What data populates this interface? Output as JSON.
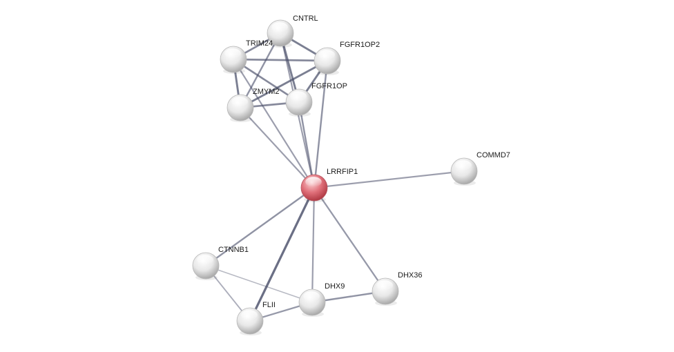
{
  "network": {
    "nodes": [
      {
        "id": "CNTRL",
        "label": "CNTRL"
      },
      {
        "id": "TRIM24",
        "label": "TRIM24"
      },
      {
        "id": "FGFR1OP2",
        "label": "FGFR1OP2"
      },
      {
        "id": "ZMYM2",
        "label": "ZMYM2"
      },
      {
        "id": "FGFR1OP",
        "label": "FGFR1OP"
      },
      {
        "id": "LRRFIP1",
        "label": "LRRFIP1"
      },
      {
        "id": "COMMD7",
        "label": "COMMD7"
      },
      {
        "id": "CTNNB1",
        "label": "CTNNB1"
      },
      {
        "id": "DHX9",
        "label": "DHX9"
      },
      {
        "id": "DHX36",
        "label": "DHX36"
      },
      {
        "id": "FLII",
        "label": "FLII"
      }
    ],
    "query_node": "LRRFIP1",
    "edges": [
      {
        "source": "CNTRL",
        "target": "TRIM24",
        "weight": 0.7
      },
      {
        "source": "CNTRL",
        "target": "FGFR1OP2",
        "weight": 0.8
      },
      {
        "source": "CNTRL",
        "target": "ZMYM2",
        "weight": 0.6
      },
      {
        "source": "CNTRL",
        "target": "FGFR1OP",
        "weight": 0.8
      },
      {
        "source": "CNTRL",
        "target": "LRRFIP1",
        "weight": 0.5
      },
      {
        "source": "TRIM24",
        "target": "FGFR1OP2",
        "weight": 0.7
      },
      {
        "source": "TRIM24",
        "target": "ZMYM2",
        "weight": 0.8
      },
      {
        "source": "TRIM24",
        "target": "FGFR1OP",
        "weight": 0.7
      },
      {
        "source": "TRIM24",
        "target": "LRRFIP1",
        "weight": 0.5
      },
      {
        "source": "FGFR1OP2",
        "target": "ZMYM2",
        "weight": 0.8
      },
      {
        "source": "FGFR1OP2",
        "target": "FGFR1OP",
        "weight": 0.8
      },
      {
        "source": "FGFR1OP2",
        "target": "LRRFIP1",
        "weight": 0.6
      },
      {
        "source": "ZMYM2",
        "target": "FGFR1OP",
        "weight": 0.7
      },
      {
        "source": "ZMYM2",
        "target": "LRRFIP1",
        "weight": 0.5
      },
      {
        "source": "FGFR1OP",
        "target": "LRRFIP1",
        "weight": 0.6
      },
      {
        "source": "LRRFIP1",
        "target": "COMMD7",
        "weight": 0.5
      },
      {
        "source": "LRRFIP1",
        "target": "CTNNB1",
        "weight": 0.6
      },
      {
        "source": "LRRFIP1",
        "target": "FLII",
        "weight": 0.95
      },
      {
        "source": "LRRFIP1",
        "target": "DHX9",
        "weight": 0.5
      },
      {
        "source": "LRRFIP1",
        "target": "DHX36",
        "weight": 0.55
      },
      {
        "source": "CTNNB1",
        "target": "FLII",
        "weight": 0.35
      },
      {
        "source": "CTNNB1",
        "target": "DHX9",
        "weight": 0.25
      },
      {
        "source": "FLII",
        "target": "DHX9",
        "weight": 0.55
      },
      {
        "source": "DHX9",
        "target": "DHX36",
        "weight": 0.6
      }
    ],
    "colors": {
      "node_fill": "#e6e6e6",
      "query_fill": "#d9616a",
      "edge": "#4a4f6a"
    }
  }
}
